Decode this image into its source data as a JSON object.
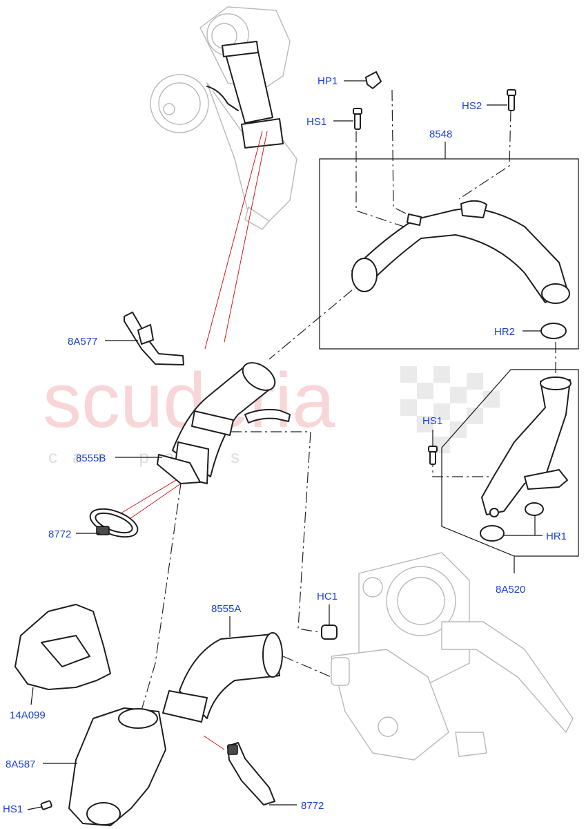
{
  "watermark": {
    "main": "scuderia",
    "sub": "car parts"
  },
  "labels": {
    "HP1": "HP1",
    "HS2": "HS2",
    "HS1_top": "HS1",
    "p8548": "8548",
    "p8A577": "8A577",
    "HR2": "HR2",
    "p8555B": "8555B",
    "HS1_mid": "HS1",
    "p8772_top": "8772",
    "HR1": "HR1",
    "p8A520": "8A520",
    "HC1": "HC1",
    "p8555A": "8555A",
    "p14A099": "14A099",
    "p8A587": "8A587",
    "p8772_bottom": "8772",
    "HS1_bottom": "HS1"
  }
}
